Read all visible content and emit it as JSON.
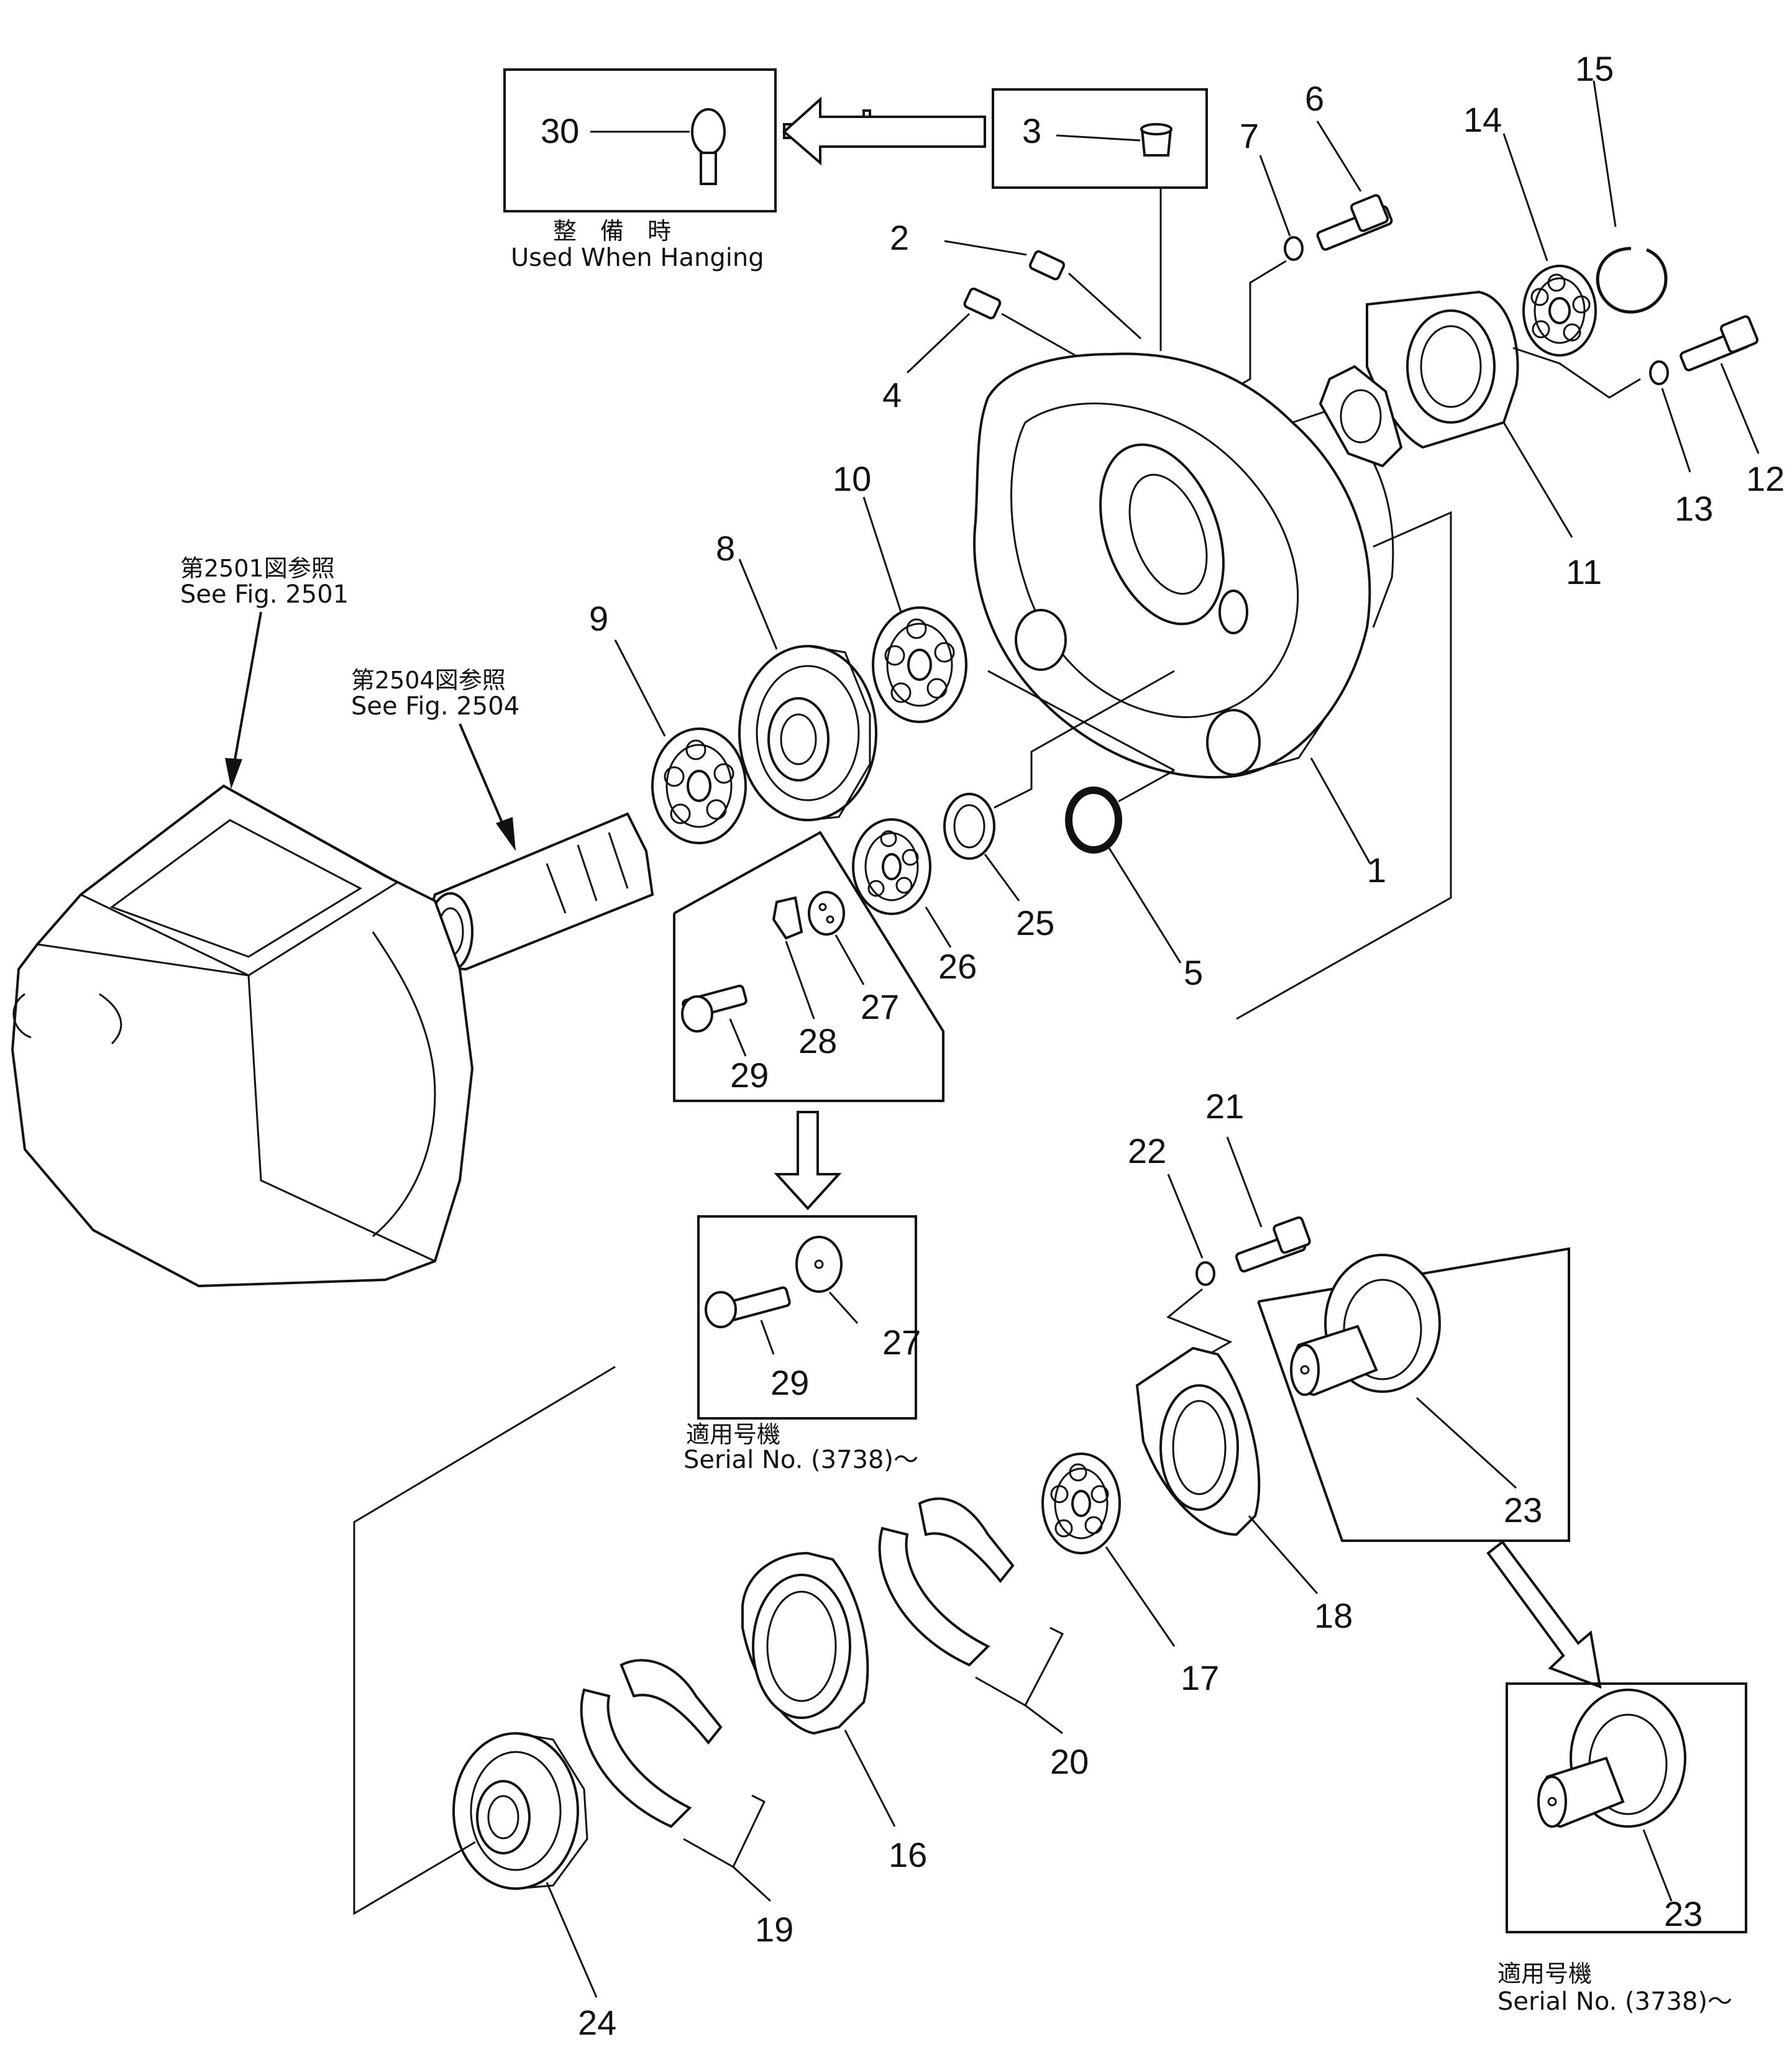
{
  "labels": {
    "p1": "1",
    "p2": "2",
    "p3": "3",
    "p4": "4",
    "p5": "5",
    "p6": "6",
    "p7": "7",
    "p8": "8",
    "p9": "9",
    "p10": "10",
    "p11": "11",
    "p12": "12",
    "p13": "13",
    "p14": "14",
    "p15": "15",
    "p16": "16",
    "p17": "17",
    "p18": "18",
    "p19": "19",
    "p20": "20",
    "p21": "21",
    "p22": "22",
    "p23": "23",
    "p23b": "23",
    "p24": "24",
    "p25": "25",
    "p26": "26",
    "p27": "27",
    "p27b": "27",
    "p28": "28",
    "p29": "29",
    "p29b": "29",
    "p30": "30"
  },
  "notes": {
    "hanging_jp": "整　備　時",
    "hanging_en": "Used When Hanging",
    "fig2501_jp": "第2501図参照",
    "fig2501_en": "See Fig. 2501",
    "fig2504_jp": "第2504図参照",
    "fig2504_en": "See Fig. 2504",
    "serial_jp": "適用号機",
    "serial_en": "Serial No. (3738)～",
    "serial2_jp": "適用号機",
    "serial2_en": "Serial No. (3738)～"
  }
}
